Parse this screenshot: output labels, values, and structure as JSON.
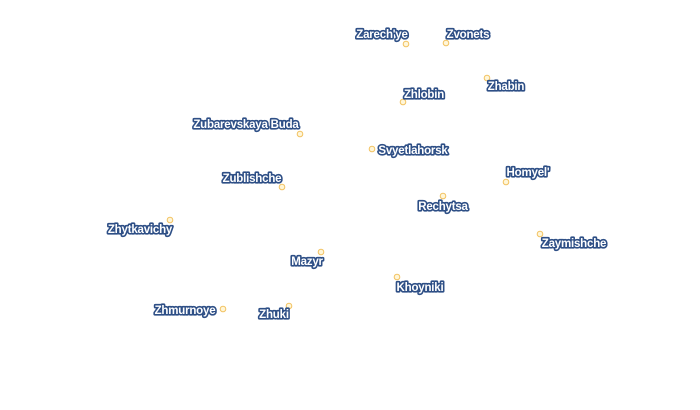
{
  "colors": {
    "background": "#ffffff",
    "marker_stroke": "#f2c261",
    "marker_fill": "#fff6d8",
    "label_text": "#ffffff",
    "label_halo": "#2e4f86"
  },
  "cities": [
    {
      "id": "zarechye",
      "name": "Zarech'ye"
    },
    {
      "id": "zvonets",
      "name": "Zvonets"
    },
    {
      "id": "zhabin",
      "name": "Zhabin"
    },
    {
      "id": "zhlobin",
      "name": "Zhlobin"
    },
    {
      "id": "zubarevskaya-buda",
      "name": "Zubarevskaya Buda"
    },
    {
      "id": "svyetlahorsk",
      "name": "Svyetlahorsk"
    },
    {
      "id": "homyel",
      "name": "Homyel'"
    },
    {
      "id": "zublishche",
      "name": "Zublishche"
    },
    {
      "id": "rechytsa",
      "name": "Rechytsa"
    },
    {
      "id": "zhytkavichy",
      "name": "Zhytkavichy"
    },
    {
      "id": "zaymishche",
      "name": "Zaymishche"
    },
    {
      "id": "mazyr",
      "name": "Mazyr"
    },
    {
      "id": "khoyniki",
      "name": "Khoyniki"
    },
    {
      "id": "zhmurnoye",
      "name": "Zhmurnoye"
    },
    {
      "id": "zhuki",
      "name": "Zhuki"
    }
  ]
}
